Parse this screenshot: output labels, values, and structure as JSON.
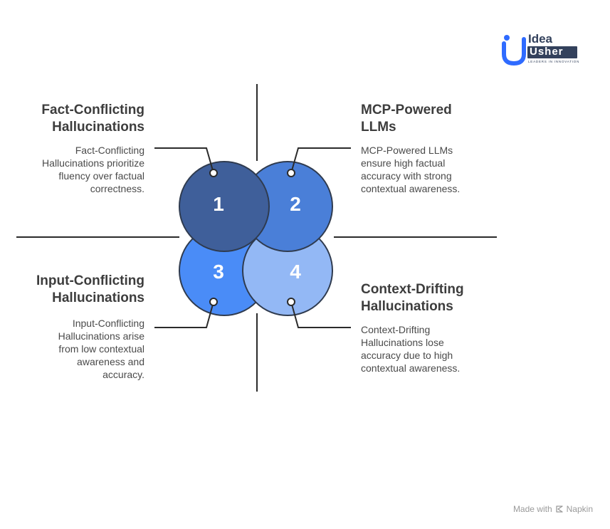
{
  "logo": {
    "line1": "Idea",
    "line2": "Usher",
    "tagline": "LEADERS IN INNOVATION",
    "accent": "#2f6bff",
    "dark": "#33415c"
  },
  "quadrants": [
    {
      "number": "1",
      "title": "Fact-Conflicting\nHallucinations",
      "description": "Fact-Conflicting\nHallucinations prioritize\nfluency over factual\ncorrectness.",
      "color": "#3f5f9a"
    },
    {
      "number": "2",
      "title": "MCP-Powered\nLLMs",
      "description": "MCP-Powered LLMs\nensure high factual\naccuracy with strong\ncontextual awareness.",
      "color": "#4a7fd8"
    },
    {
      "number": "3",
      "title": "Input-Conflicting\nHallucinations",
      "description": "Input-Conflicting\nHallucinations arise\nfrom low contextual\nawareness and\naccuracy.",
      "color": "#4a8cf7"
    },
    {
      "number": "4",
      "title": "Context-Drifting\nHallucinations",
      "description": "Context-Drifting\nHallucinations lose\naccuracy due to high\ncontextual awareness.",
      "color": "#93b8f5"
    }
  ],
  "footer": {
    "made_with": "Made with",
    "brand": "Napkin"
  }
}
